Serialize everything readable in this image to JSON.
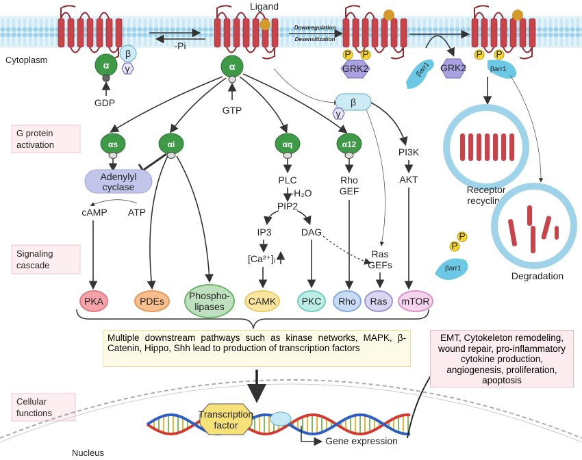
{
  "membrane": {
    "ligand": "Ligand",
    "minus_pi": "-Pi",
    "downregulation": "Downregulation",
    "desensitization": "Desensitization",
    "cytoplasm": "Cytoplasm",
    "nucleus": "Nucleus"
  },
  "section_labels": {
    "activation": [
      "G protein",
      "activation"
    ],
    "signaling": [
      "Signaling",
      "cascade"
    ],
    "cellular": [
      "Cellular",
      "functions"
    ]
  },
  "g_protein": {
    "alpha": "α",
    "beta": "β",
    "gamma": "γ",
    "gdp": "GDP",
    "gtp": "GTP",
    "p": "P",
    "grk2": "GRK2",
    "barr1": "βarr1"
  },
  "subunits": {
    "as": "αs",
    "ai": "αi",
    "aq": "αq",
    "a12": "α12"
  },
  "intermediates": {
    "adenylyl_cyclase": [
      "Adenylyl",
      "cyclase"
    ],
    "camp": "cAMP",
    "atp": "ATP",
    "plc": "PLC",
    "h2o": "-H₂O",
    "pip2": "PIP2",
    "ip3": "IP3",
    "dag": "DAG",
    "ca": "[Ca²⁺]ᵢ",
    "rho_gef": [
      "Rho",
      "GEF"
    ],
    "pi3k": "PI3K",
    "akt": "AKT",
    "ras_gefs": [
      "Ras",
      "GEFs"
    ]
  },
  "effectors": [
    {
      "label": "PKA",
      "color": "#f4a3a8",
      "border": "#e07a82"
    },
    {
      "label": "PDEs",
      "color": "#f8bf8e",
      "border": "#e59a5c"
    },
    {
      "label": "Phospho-\nlipases",
      "color": "#bfe0bf",
      "border": "#6ab56a"
    },
    {
      "label": "CAMK",
      "color": "#fbe6a0",
      "border": "#e8cc6a"
    },
    {
      "label": "PKC",
      "color": "#bdeee6",
      "border": "#74cbbd"
    },
    {
      "label": "Rho",
      "color": "#c9dcf5",
      "border": "#86a9da"
    },
    {
      "label": "Ras",
      "color": "#d8d6f0",
      "border": "#9c98cf"
    },
    {
      "label": "mTOR",
      "color": "#f6d3ee",
      "border": "#d993c8"
    }
  ],
  "receptor_fate": {
    "recycling": [
      "Receptor",
      "recycling"
    ],
    "degradation": "Degradation"
  },
  "downstream_text": "Multiple downstream pathways such as kinase networks, MAPK, β-Catenin, Hippo, Shh lead to production of transcription factors",
  "outcomes_text": "EMT, Cytokeleton remodeling, wound repair, pro-inflammatory cytokine production, angiogenesis, proliferation, apoptosis",
  "transcription_factor": [
    "Transcription",
    "factor"
  ],
  "gene_expression": "Gene expression",
  "colors": {
    "membrane": "#bfe3f2",
    "receptor": "#c9434a",
    "alpha": "#3f9a48",
    "ligand": "#d49b2c",
    "phospho": "#f7d531",
    "grk2": "#a9a2e0",
    "barr": "#6cc9e6",
    "box_yellow": "#fdfbe8",
    "box_pink": "#fdecef"
  }
}
